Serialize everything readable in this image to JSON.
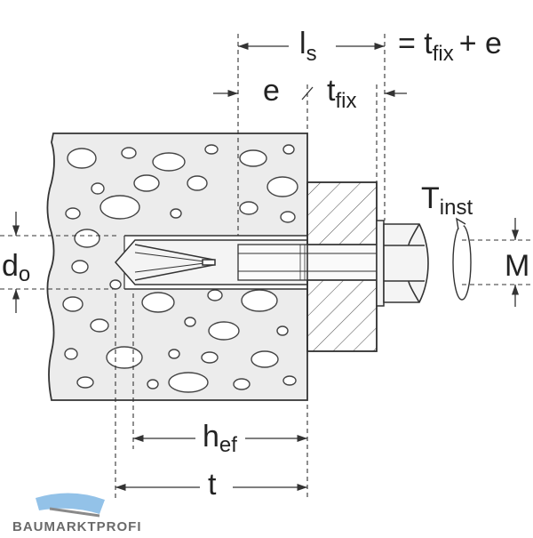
{
  "labels": {
    "ls_main": "l",
    "ls_sub": "s",
    "eq_equals": "= t",
    "eq_sub": "fix",
    "eq_tail": "+ e",
    "e": "e",
    "tfix_main": "t",
    "tfix_sub": "fix",
    "tinst_main": "T",
    "tinst_sub": "inst",
    "d0_main": "d",
    "d0_sub": "o",
    "M": "M",
    "hef_main": "h",
    "hef_sub": "ef",
    "t": "t"
  },
  "logo": {
    "text": "BAUMARKTPROFI",
    "accent_color": "#3a8fd6"
  },
  "colors": {
    "line": "#333333",
    "concrete": "#ececec",
    "steel": "#f4f4f4"
  }
}
